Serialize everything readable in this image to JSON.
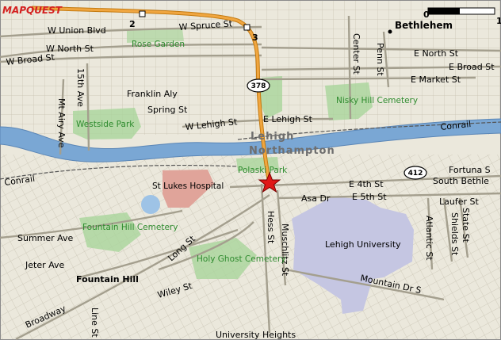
{
  "brand": {
    "logo_text": "MAPQUEST"
  },
  "scale": {
    "left_label": "0",
    "right_label": "1"
  },
  "highways": {
    "route_378": "378",
    "route_412": "412",
    "exit_2": "2",
    "exit_3": "3"
  },
  "colors": {
    "background": "#ebe8dc",
    "water": "#7aa7d4",
    "park": "#a9d49b",
    "highway": "#f0a640",
    "university": "#c5c6e2",
    "hospital": "#e0a49a",
    "marker": "#e01818"
  },
  "marker": {
    "icon": "star-icon"
  },
  "labels": {
    "w_union_blvd": "W Union Blvd",
    "w_spruce_st": "W Spruce St",
    "bethlehem": "Bethlehem",
    "w_north_st": "W North St",
    "rose_garden": "Rose Garden",
    "w_broad_st": "W Broad St",
    "center_st": "Center St",
    "penn_st": "Penn St",
    "e_north_st": "E North St",
    "e_broad_st": "E Broad St",
    "e_market_st": "E Market St",
    "15th_ave": "15th Ave",
    "franklin_aly": "Franklin Aly",
    "spring_st": "Spring St",
    "mt_airy_ave": "Mt Airy Ave",
    "westside_park": "Westside Park",
    "nisky_hill_cemetery": "Nisky Hill Cemetery",
    "w_lehigh_st": "W Lehigh St",
    "e_lehigh_st": "E Lehigh St",
    "lehigh": "Lehigh",
    "northampton": "Northampton",
    "conrail_e": "Conrail",
    "conrail_w": "Conrail",
    "polaski_park": "Polaski Park",
    "e_4th_st": "E 4th St",
    "fortuna_s": "Fortuna S",
    "south_bethle": "South Bethle",
    "st_lukes_hospital": "St Lukes Hospital",
    "asa_dr": "Asa Dr",
    "e_5th_st": "E 5th St",
    "laufer_st": "Laufer St",
    "fountain_hill_cemetery": "Fountain Hill Cemetery",
    "state_st": "State St",
    "shields_st": "Shields St",
    "atlantic_st": "Atlantic St",
    "summer_ave": "Summer Ave",
    "long_st": "Long St",
    "hess_st": "Hess St",
    "muschlitz_st": "Muschlitz St",
    "lehigh_university": "Lehigh University",
    "jeter_ave": "Jeter Ave",
    "holy_ghost_cemetery": "Holy Ghost Cemetery",
    "fountain_hill": "Fountain Hill",
    "wiley_st": "Wiley St",
    "mountain_dr_s": "Mountain Dr S",
    "broadway": "Broadway",
    "line_st": "Line St",
    "university_heights": "University Heights"
  }
}
